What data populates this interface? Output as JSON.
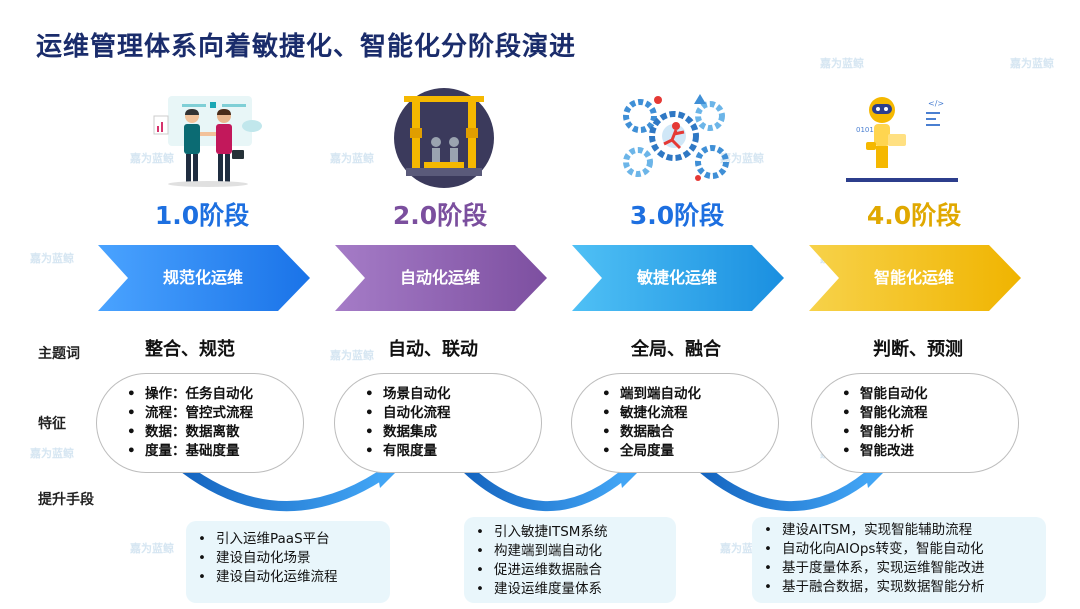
{
  "title": "运维管理体系向着敏捷化、智能化分阶段演进",
  "row_labels": {
    "theme": "主题词",
    "features": "特征",
    "means": "提升手段"
  },
  "stages": [
    {
      "label": "1.0阶段",
      "color": "#1d6fe0",
      "arrow_color": "#1a73e8",
      "arrow_light": "#4aa3ff",
      "arrow_text": "规范化运维",
      "keyword": "整合、规范",
      "illustration": "handshake-illustration",
      "features": [
        "操作：任务自动化",
        "流程：管控式流程",
        "数据：数据离散",
        "度量：基础度量"
      ]
    },
    {
      "label": "2.0阶段",
      "color": "#7b4f9e",
      "arrow_color": "#7d4fa0",
      "arrow_light": "#a57cc7",
      "arrow_text": "自动化运维",
      "keyword": "自动、联动",
      "illustration": "robot-arm-factory-illustration",
      "features": [
        "场景自动化",
        "自动化流程",
        "数据集成",
        "有限度量"
      ]
    },
    {
      "label": "3.0阶段",
      "color": "#1d6fe0",
      "arrow_color": "#1a8fe0",
      "arrow_light": "#4fc0f5",
      "arrow_text": "敏捷化运维",
      "keyword": "全局、融合",
      "illustration": "gears-runner-illustration",
      "features": [
        "端到端自动化",
        "敏捷化流程",
        "数据融合",
        "全局度量"
      ]
    },
    {
      "label": "4.0阶段",
      "color": "#e0a800",
      "arrow_color": "#f0b400",
      "arrow_light": "#f7d24a",
      "arrow_text": "智能化运维",
      "keyword": "判断、预测",
      "illustration": "ai-robot-illustration",
      "features": [
        "智能自动化",
        "智能化流程",
        "智能分析",
        "智能改进"
      ]
    }
  ],
  "means": [
    [
      "引入运维PaaS平台",
      "建设自动化场景",
      "建设自动化运维流程"
    ],
    [
      "引入敏捷ITSM系统",
      "构建端到端自动化",
      "促进运维数据融合",
      "建设运维度量体系"
    ],
    [
      "建设AITSM，实现智能辅助流程",
      "自动化向AIOps转变，智能自动化",
      "基于度量体系，实现运维智能改进",
      "基于融合数据，实现数据智能分析"
    ]
  ],
  "watermark": "嘉为蓝鲸"
}
